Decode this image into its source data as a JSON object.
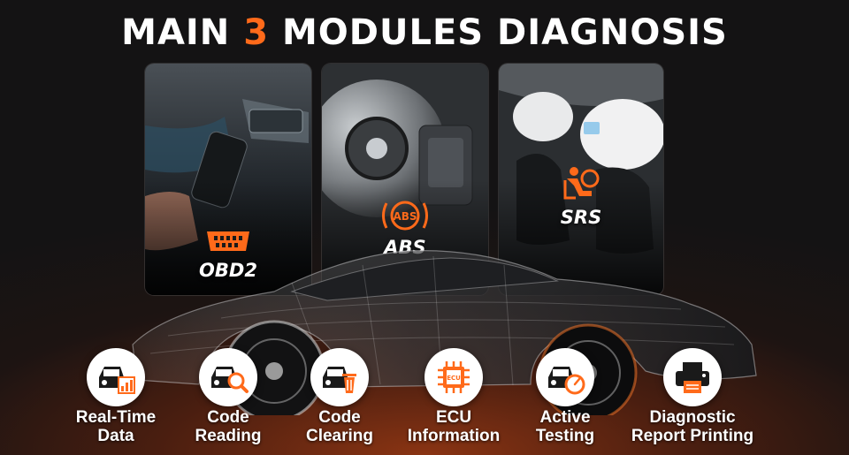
{
  "title": {
    "part1": "MAIN ",
    "number": "3",
    "part2": " MODULES DIAGNOSIS"
  },
  "colors": {
    "accent": "#ff6a1a",
    "background": "#141314"
  },
  "modules": [
    {
      "label": "OBD2",
      "icon": "obd2-connector-icon"
    },
    {
      "label": "ABS",
      "icon": "abs-warning-icon"
    },
    {
      "label": "SRS",
      "icon": "airbag-icon"
    }
  ],
  "features": [
    {
      "label": "Real-Time\nData",
      "icon": "car-chart-icon"
    },
    {
      "label": "Code\nReading",
      "icon": "car-magnifier-icon"
    },
    {
      "label": "Code\nClearing",
      "icon": "car-trash-icon"
    },
    {
      "label": "ECU\nInformation",
      "icon": "ecu-chip-icon"
    },
    {
      "label": "Active\nTesting",
      "icon": "car-gauge-icon"
    },
    {
      "label": "Diagnostic\nReport Printing",
      "icon": "printer-icon"
    }
  ]
}
